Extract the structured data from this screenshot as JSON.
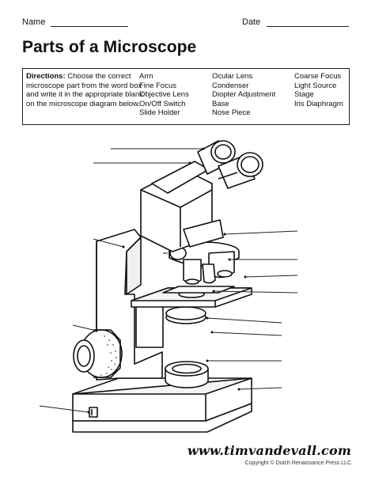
{
  "header": {
    "name_label": "Name",
    "date_label": "Date"
  },
  "title": "Parts of a Microscope",
  "directions": {
    "bold": "Directions:",
    "text": " Choose the correct microscope part from the word box and write it in the appropriate blank on the microscope diagram below."
  },
  "word_box": {
    "columns": [
      [
        "Arm",
        "Fine Focus",
        "Objective Lens",
        "On/Off Switch",
        "Slide Holder"
      ],
      [
        "Ocular Lens",
        "Condenser",
        "Diopter Adjustment",
        "Base",
        "Nose Piece"
      ],
      [
        "Coarse Focus",
        "Light Source",
        "Stage",
        "Iris Diaphragm"
      ]
    ]
  },
  "footer": {
    "website": "www.timvandevall.com",
    "copyright": "Copyright © Dutch Renaissance Press LLC"
  }
}
